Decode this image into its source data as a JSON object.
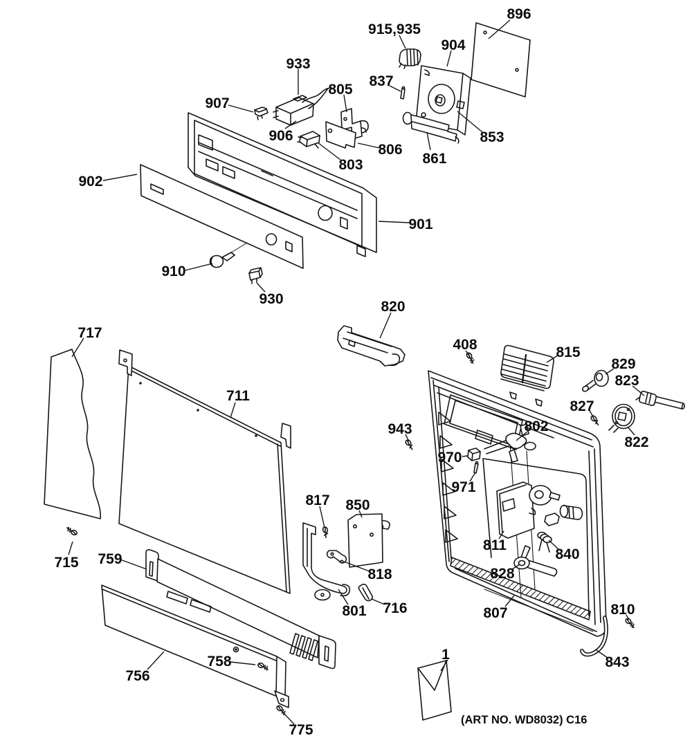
{
  "diagram": {
    "type": "exploded-parts-diagram",
    "subject": "dishwasher door and control panel assembly"
  },
  "colors": {
    "background": "#ffffff",
    "line": "#151515",
    "label_text": "#0b0b0b"
  },
  "labels": {
    "p896": "896",
    "p915_935": "915,935",
    "p904": "904",
    "p933": "933",
    "p907": "907",
    "p805": "805",
    "p837": "837",
    "p906": "906",
    "p853": "853",
    "p806": "806",
    "p803": "803",
    "p861": "861",
    "p902": "902",
    "p901": "901",
    "p910": "910",
    "p930": "930",
    "p820": "820",
    "p717": "717",
    "p711": "711",
    "p408": "408",
    "p815": "815",
    "p829": "829",
    "p823": "823",
    "p827": "827",
    "p822": "822",
    "p943": "943",
    "p970": "970",
    "p971": "971",
    "p802": "802",
    "p817": "817",
    "p850": "850",
    "p818": "818",
    "p801": "801",
    "p716": "716",
    "p715": "715",
    "p759": "759",
    "p811": "811",
    "p840": "840",
    "p828": "828",
    "p807": "807",
    "p756": "756",
    "p758": "758",
    "p810": "810",
    "p843": "843",
    "p775": "775",
    "p1": "1"
  },
  "footer": {
    "art_no": "(ART NO. WD8032) C16"
  }
}
